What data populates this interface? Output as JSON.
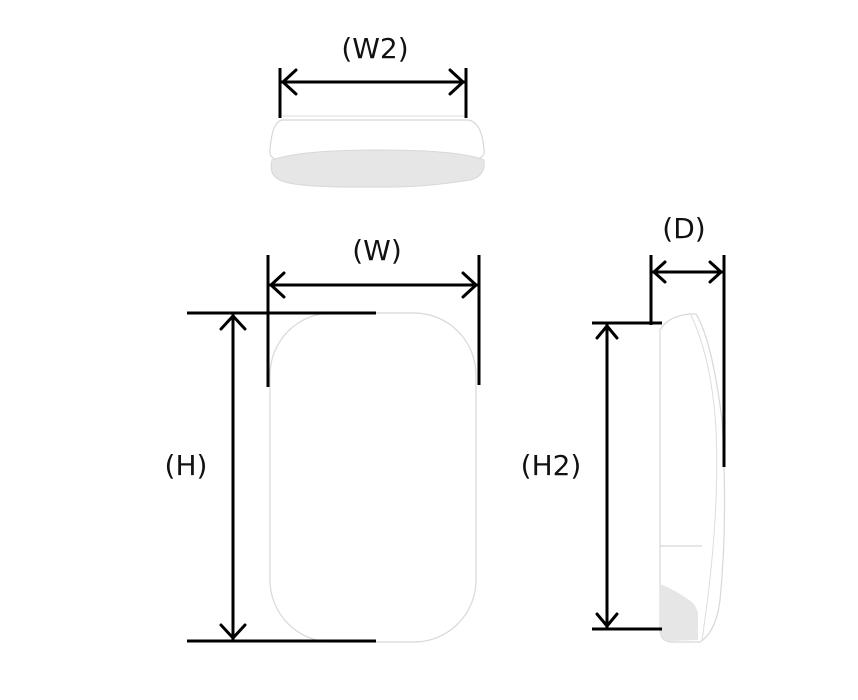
{
  "labels": {
    "w2": "(W2)",
    "w": "(W)",
    "h": "(H)",
    "h2": "(H2)",
    "d": "(D)"
  },
  "colors": {
    "line": "#000000",
    "outline": "#d8d8d8",
    "shade": "#e6e6e6"
  }
}
